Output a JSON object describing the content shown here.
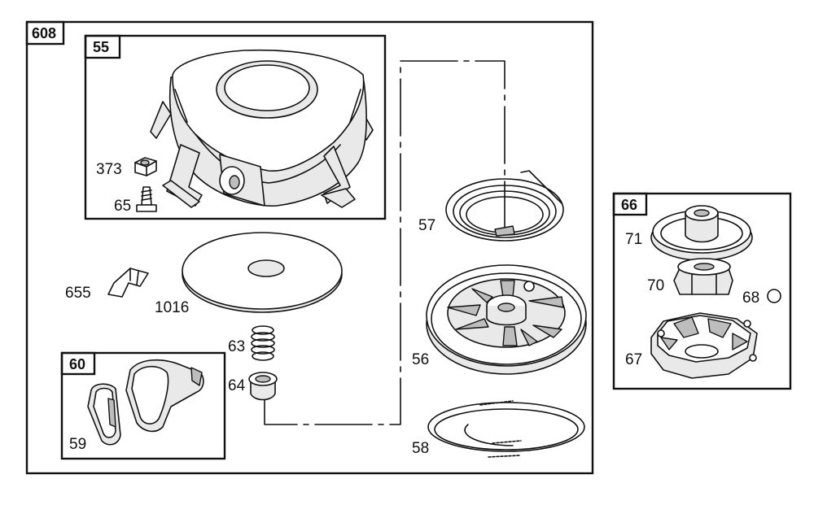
{
  "boxes": {
    "main": "608",
    "housing_kit": "55",
    "handle_kit": "60",
    "clutch_kit": "66"
  },
  "parts": {
    "nut": "373",
    "screw": "65",
    "clip": "655",
    "washer": "1016",
    "spring": "63",
    "retainer": "64",
    "grip": "59",
    "rewind_spring": "57",
    "pulley": "56",
    "rope": "58",
    "clutch_top": "71",
    "clutch_hub": "70",
    "ball": "68",
    "clutch_housing": "67"
  }
}
